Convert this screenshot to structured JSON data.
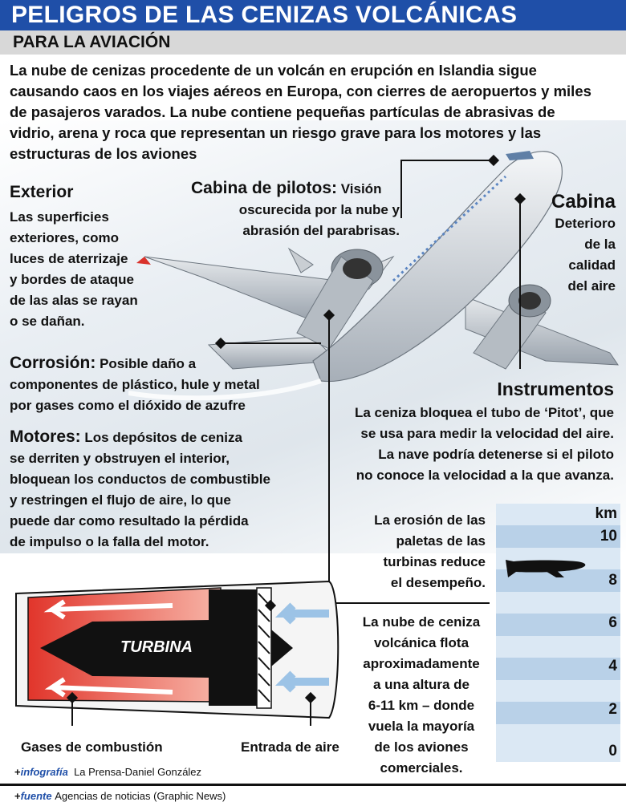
{
  "title": "PELIGROS DE LAS CENIZAS VOLCÁNICAS",
  "subtitle": "PARA LA AVIACIÓN",
  "intro": "La nube de cenizas procedente de un volcán en erupción en Islandia sigue causando caos en los viajes aéreos en Europa, con cierres de aeropuertos y miles de pasajeros varados. La nube contiene pequeñas partículas de abrasivas de vidrio, arena y roca que representan un riesgo grave para los motores y las estructuras de los aviones",
  "exterior": {
    "head": "Exterior",
    "lines": [
      "Las superficies",
      "exteriores, como",
      "luces de aterrizaje",
      "y bordes de ataque",
      "de las alas se rayan",
      "o se dañan."
    ]
  },
  "cockpit": {
    "head": "Cabina de pilotos:",
    "line1": "Visión",
    "line2": "oscurecida por la nube y",
    "line3": "abrasión del parabrisas."
  },
  "cabin": {
    "head": "Cabina",
    "lines": [
      "Deterioro",
      "de la",
      "calidad",
      "del aire"
    ]
  },
  "corrosion": {
    "head": "Corrosión:",
    "line1": "Posible daño a",
    "line2": "componentes de plástico, hule y metal",
    "line3": "por gases como el dióxido de azufre"
  },
  "instruments": {
    "head": "Instrumentos",
    "lines": [
      "La ceniza bloquea el tubo de ‘Pitot’, que",
      "se usa para medir la velocidad del aire.",
      "La nave podría detenerse si el piloto",
      "no conoce la velocidad a la que avanza."
    ]
  },
  "engines": {
    "head": "Motores:",
    "line1": "Los depósitos de ceniza",
    "lines": [
      "se derriten y obstruyen el interior,",
      "bloquean los conductos de combustible",
      "y restringen el flujo de aire, lo que",
      "puede dar como resultado la pérdida",
      "de impulso o la falla del motor."
    ]
  },
  "erosion": {
    "lines": [
      "La erosión de las",
      "paletas de las",
      "turbinas reduce",
      "el desempeño."
    ]
  },
  "cloud": {
    "lines": [
      "La nube de ceniza",
      "volcánica flota",
      "aproximadamente",
      "a una altura de",
      "6-11 km – donde",
      "vuela la mayoría",
      "de los aviones",
      "comerciales."
    ]
  },
  "altitude": {
    "unit": "km",
    "ticks": [
      "10",
      "8",
      "6",
      "4",
      "2",
      "0"
    ]
  },
  "turbine": {
    "label": "TURBINA",
    "gases_label": "Gases de combustión",
    "intake_label": "Entrada de aire"
  },
  "credits": {
    "infografia_key": "infografía",
    "infografia_val": "La Prensa-Daniel González",
    "fuente_key": "fuente",
    "fuente_val": "Agencias de noticias (Graphic News)"
  },
  "colors": {
    "title_bg": "#1f4fa8",
    "engine_red": "#d9322b",
    "band_blue": "#c5dbee"
  }
}
